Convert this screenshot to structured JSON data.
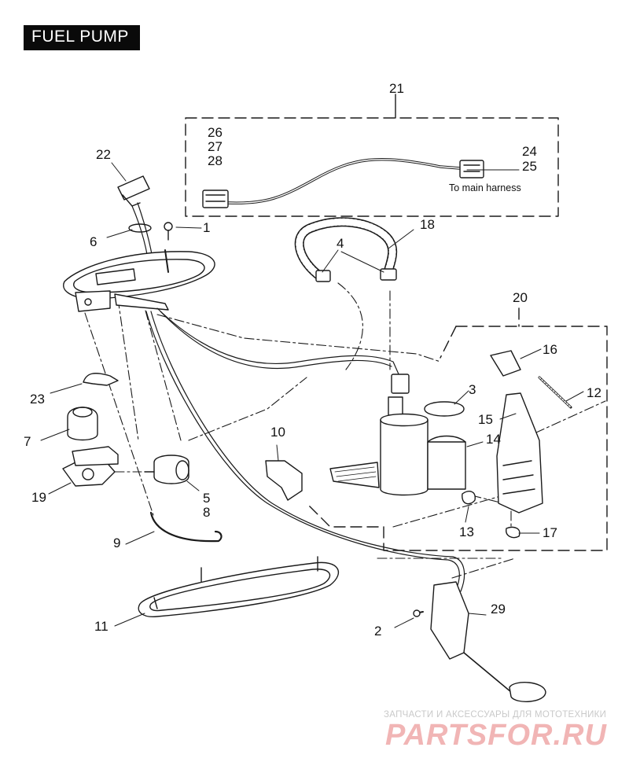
{
  "title": "FUEL PUMP",
  "callouts": {
    "c1": "1",
    "c2": "2",
    "c3": "3",
    "c4": "4",
    "c5": "5",
    "c6": "6",
    "c7": "7",
    "c8": "8",
    "c9": "9",
    "c10": "10",
    "c11": "11",
    "c12": "12",
    "c13": "13",
    "c14": "14",
    "c15": "15",
    "c16": "16",
    "c17": "17",
    "c18": "18",
    "c19": "19",
    "c20": "20",
    "c21": "21",
    "c22": "22",
    "c23": "23",
    "c24": "24",
    "c25": "25",
    "c26": "26",
    "c27": "27",
    "c28": "28",
    "c29": "29"
  },
  "note_main_harness": "To main harness",
  "watermark": {
    "tagline": "ЗАПЧАСТИ И АКСЕССУАРЫ ДЛЯ МОТОТЕХНИКИ",
    "logo": "PARTSFOR.RU"
  },
  "colors": {
    "ink": "#1a1a1a",
    "title_bg": "#0a0a0a",
    "title_text": "#ffffff",
    "watermark_logo": "#f1b5b5",
    "watermark_text": "#c9c9c9"
  }
}
